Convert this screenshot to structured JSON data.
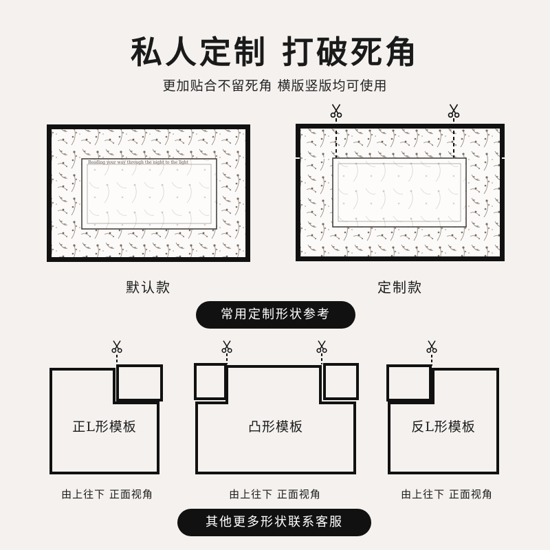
{
  "header": {
    "title": "私人定制 打破死角",
    "subtitle": "更加贴合不留死角 横版竖版均可使用"
  },
  "products": [
    {
      "caption": "默认款"
    },
    {
      "caption": "定制款"
    }
  ],
  "rug_border_text": "Reading your way through the night to the light",
  "section_pill": "常用定制形状参考",
  "templates": [
    {
      "name": "正L形模板",
      "view": "由上往下 正面视角"
    },
    {
      "name": "凸形模板",
      "view": "由上往下 正面视角"
    },
    {
      "name": "反L形模板",
      "view": "由上往下 正面视角"
    }
  ],
  "footer_pill": "其他更多形状联系客服",
  "colors": {
    "background": "#f4f1ee",
    "frame": "#111111",
    "pattern": "#8b7e74"
  },
  "icons": [
    "scissors-icon"
  ]
}
